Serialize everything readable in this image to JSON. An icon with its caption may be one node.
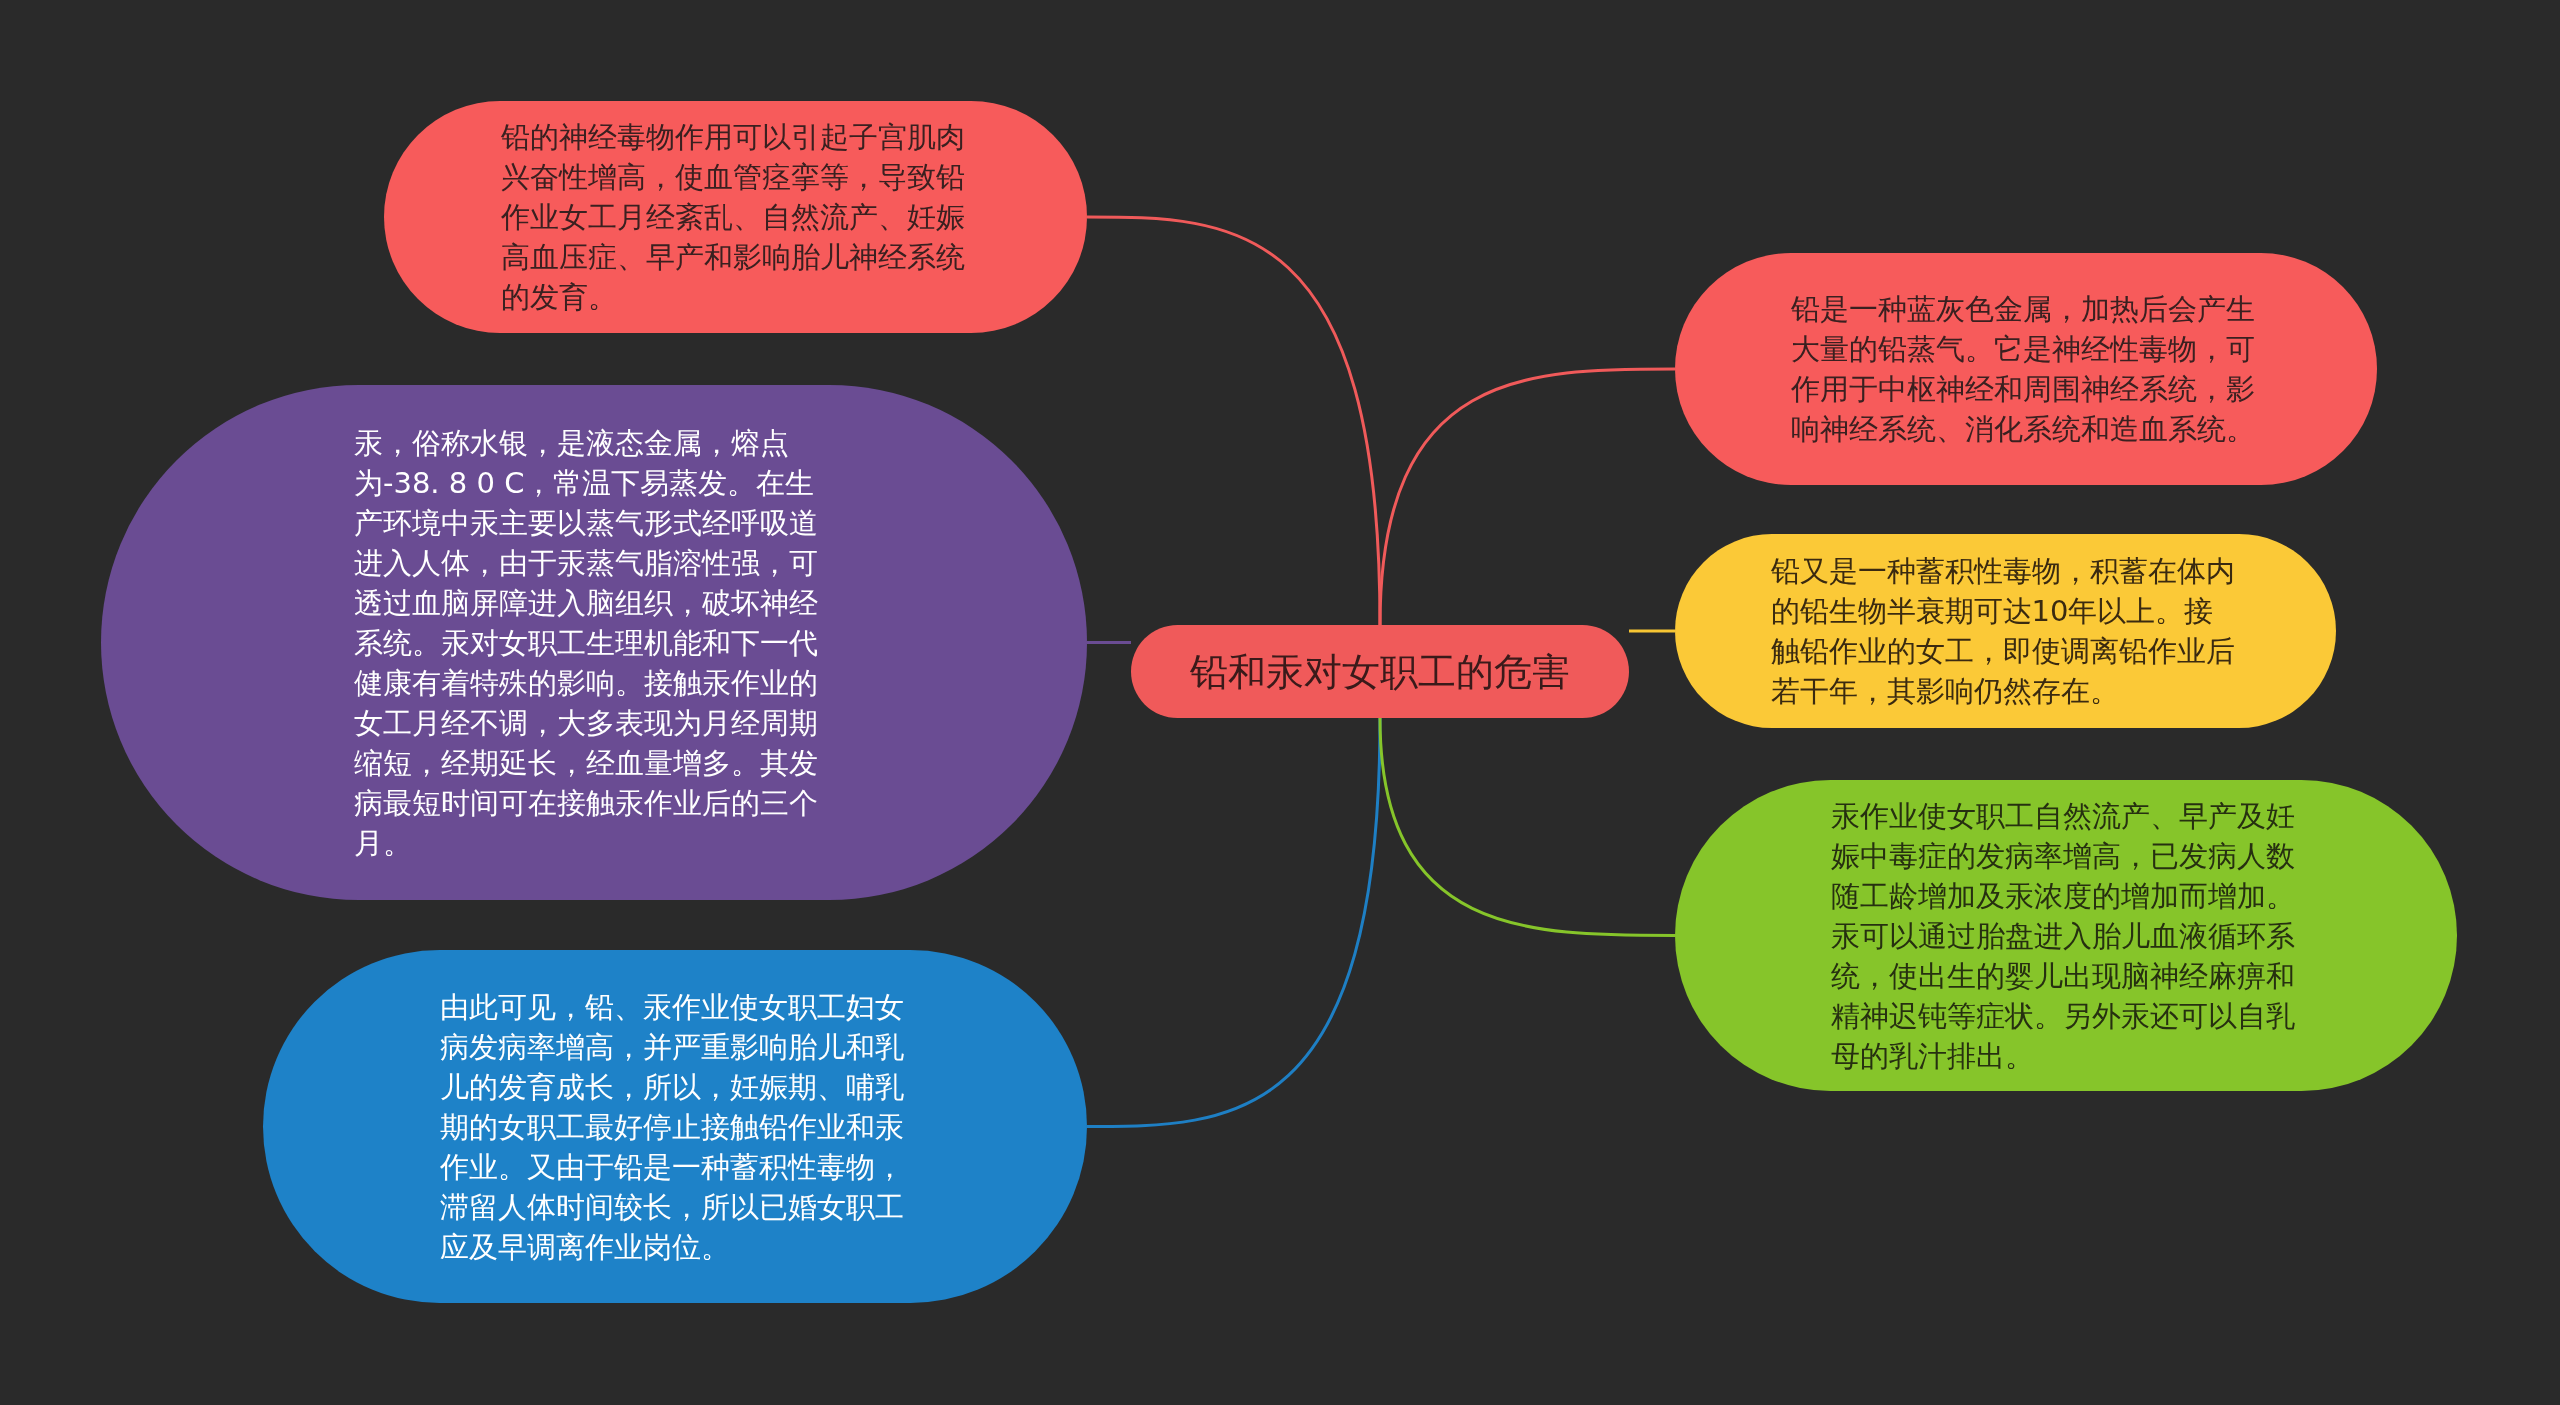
{
  "diagram": {
    "nodes": [
      {
        "text": [
          "铅和汞对女职工的危害"
        ]
      },
      {
        "text": [
          "铅的神经毒物作用可以引起子宫肌肉兴奋性增高，使血管痉挛等，导致铅作业女工月经紊乱、自然流产、妊娠高血压症、早产和影响胎儿神经系统的发育。"
        ]
      },
      {
        "text": [
          "汞，俗称水银，是液态金属，熔点为-38. 8 0 C，常温下易蒸发。在生产环境中汞主要以蒸气形式经呼吸道进入人体，由于汞蒸气脂溶性强，可透过血脑屏障进入脑组织，破坏神经系统。汞对女职工生理机能和下一代健康有着特殊的影响。接触汞作业的女工月经不调，大多表现为月经周期缩短，经期延长，经血量增多。其发病最短时间可在接触汞作业后的三个月。"
        ]
      },
      {
        "text": [
          "由此可见，铅、汞作业使女职工妇女病发病率增高，并严重影响胎儿和乳儿的发育成长，所以，妊娠期、哺乳期的女职工最好停止接触铅作业和汞作业。又由于铅是一种蓄积性毒物，滞留人体时间较长，所以已婚女职工应及早调离作业岗位。"
        ]
      },
      {
        "text": [
          "铅是一种蓝灰色金属，加热后会产生大量的铅蒸气。它是神经性毒物，可作用于中枢神经和周围神经系统，影响神经系统、消化系统和造血系统。"
        ]
      },
      {
        "text": [
          "铅又是一种蓄积性毒物，积蓄在体内的铅生物半衰期可达10年以上。接触铅作业的女工，即使调离铅作业后若干年，其影响仍然存在。"
        ]
      },
      {
        "text": [
          "汞作业使女职工自然流产、早产及妊娠中毒症的发病率增高，已发病人数随工龄增加及汞浓度的增加而增加。汞可以通过胎盘进入胎儿血液循环系统，使出生的婴儿出现脑神经麻痹和精神迟钝等症状。另外汞还可以自乳母的乳汁排出。"
        ]
      }
    ],
    "edges": [
      {
        "from": 0,
        "to": 1,
        "arrow": "none",
        "color": "#f05a5a"
      },
      {
        "from": 0,
        "to": 2,
        "arrow": "none",
        "color": "#6a4c93"
      },
      {
        "from": 0,
        "to": 3,
        "arrow": "none",
        "color": "#1e7fc4"
      },
      {
        "from": 0,
        "to": 4,
        "arrow": "none",
        "color": "#f05a5a"
      },
      {
        "from": 0,
        "to": 5,
        "arrow": "none",
        "color": "#f7c633"
      },
      {
        "from": 0,
        "to": 6,
        "arrow": "none",
        "color": "#86c52a"
      }
    ]
  }
}
